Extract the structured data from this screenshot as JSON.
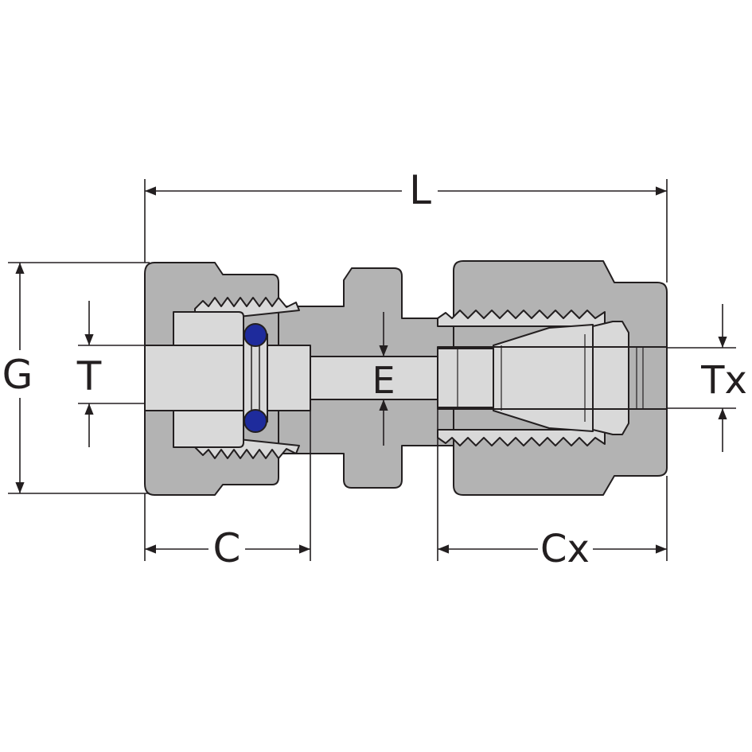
{
  "dimensions": {
    "L": "L",
    "G": "G",
    "T": "T",
    "E": "E",
    "Tx": "Tx",
    "C": "C",
    "Cx": "Cx"
  },
  "colors": {
    "body": "#b3b3b3",
    "inner": "#d9d9d9",
    "outline": "#231f20",
    "o_ring": "#1e2b9c"
  }
}
